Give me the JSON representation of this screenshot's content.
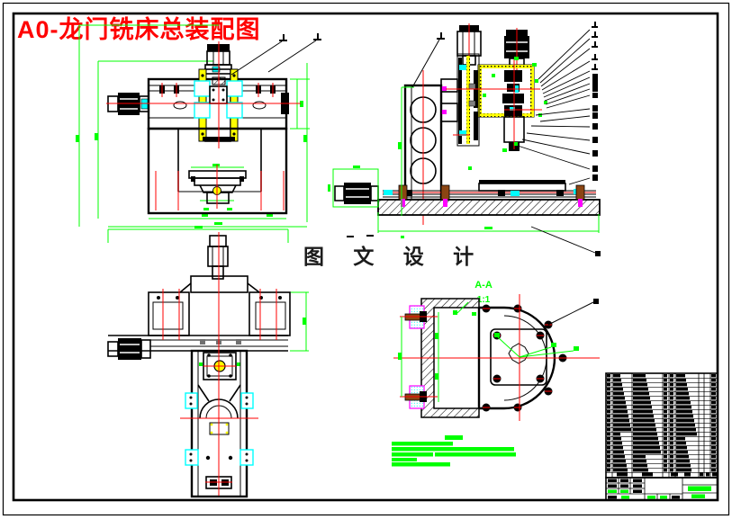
{
  "drawing": {
    "title": "A0-龙门铣床总装配图",
    "watermark": "图 文 设 计",
    "section": {
      "label": "A-A",
      "scale": "1:1"
    }
  },
  "parts_table": {
    "row_count": 22
  },
  "colors": {
    "title_red": "#ff0000",
    "dimension_green": "#00ff00",
    "centerline_red": "#ff0000",
    "highlight_cyan": "#00ffff",
    "highlight_yellow": "#ffff00",
    "highlight_magenta": "#ff00ff",
    "bolt_brown": "#8b4513",
    "line_black": "#000000",
    "paper_white": "#ffffff"
  }
}
